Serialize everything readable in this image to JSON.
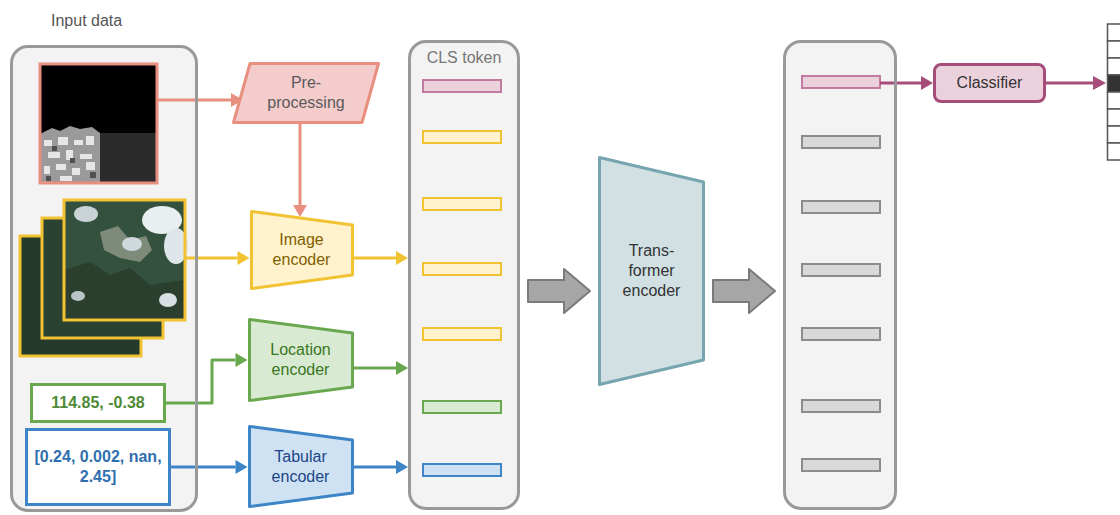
{
  "diagram": {
    "nodes": [
      {
        "text": [
          "Input data"
        ]
      },
      {
        "text": [
          "114.85, -0.38"
        ],
        "in": 0
      },
      {
        "text": [
          "[0.24, 0.002, nan, 2.45]"
        ],
        "in": 0
      },
      {
        "text": [
          "Pre- processing"
        ]
      },
      {
        "text": [
          "Image encoder"
        ]
      },
      {
        "text": [
          "Location encoder"
        ]
      },
      {
        "text": [
          "Tabular encoder"
        ]
      },
      {
        "text": [
          "CLS token"
        ]
      },
      {
        "text": [
          "Trans- former encoder"
        ]
      },
      {
        "text": []
      },
      {
        "text": [
          "Classifier"
        ]
      }
    ],
    "edges": [
      {
        "from": 0,
        "to": 3,
        "arrow": "to"
      },
      {
        "from": 0,
        "to": 4,
        "arrow": "to"
      },
      {
        "from": 3,
        "to": 4,
        "arrow": "to"
      },
      {
        "from": 1,
        "to": 5,
        "arrow": "to"
      },
      {
        "from": 2,
        "to": 6,
        "arrow": "to"
      },
      {
        "from": 4,
        "to": 7,
        "arrow": "to"
      },
      {
        "from": 5,
        "to": 7,
        "arrow": "to"
      },
      {
        "from": 6,
        "to": 7,
        "arrow": "to"
      },
      {
        "from": 7,
        "to": 8,
        "arrow": "to"
      },
      {
        "from": 8,
        "to": 9,
        "arrow": "to"
      },
      {
        "from": 9,
        "to": 10,
        "arrow": "to"
      }
    ]
  }
}
